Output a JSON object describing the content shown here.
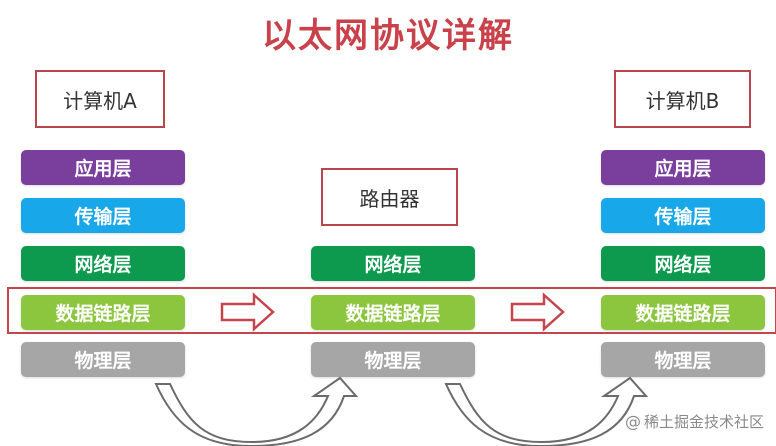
{
  "title": "以太网协议详解",
  "nodes": {
    "computer_a": "计算机A",
    "router": "路由器",
    "computer_b": "计算机B"
  },
  "layers": {
    "application": "应用层",
    "transport": "传输层",
    "network": "网络层",
    "datalink": "数据链路层",
    "physical": "物理层"
  },
  "colors": {
    "title": "#c9414a",
    "application": "#7a3e9d",
    "transport": "#18a7e8",
    "network": "#0e9a4e",
    "datalink": "#8cc63f",
    "physical": "#a6a6a6",
    "highlight": "#c4454c"
  },
  "watermark": {
    "prefix": "@",
    "text": "稀土掘金技术社区"
  }
}
